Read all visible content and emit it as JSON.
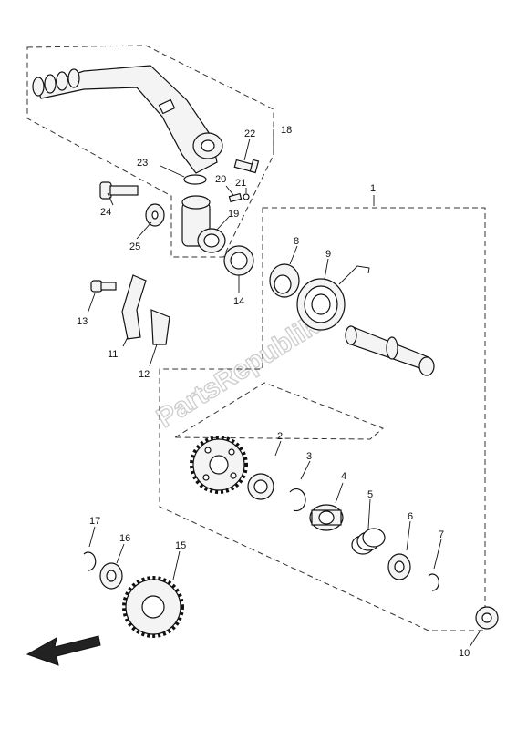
{
  "watermark": "PartsRepublik",
  "callouts": {
    "c1": "1",
    "c2": "2",
    "c3": "3",
    "c4": "4",
    "c5": "5",
    "c6": "6",
    "c7": "7",
    "c8": "8",
    "c9": "9",
    "c10": "10",
    "c11": "11",
    "c12": "12",
    "c13": "13",
    "c14": "14",
    "c15": "15",
    "c16": "16",
    "c17": "17",
    "c18": "18",
    "c19": "19",
    "c20": "20",
    "c21": "21",
    "c22": "22",
    "c23": "23",
    "c24": "24",
    "c25": "25"
  },
  "icons": {
    "direction_arrow": "front-direction-arrow-icon"
  },
  "colors": {
    "line": "#111111",
    "watermark": "#cfcfcf",
    "background": "#ffffff"
  }
}
